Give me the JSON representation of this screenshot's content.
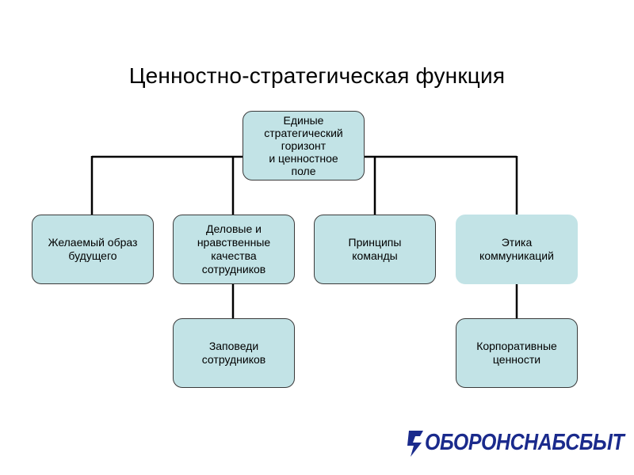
{
  "title": "Ценностно-стратегическая функция",
  "root": "Единые\nстратегический\nгоризонт\nи ценностное\nполе",
  "level1": [
    "Желаемый образ\nбудущего",
    "Деловые и\nнравственные\nкачества\nсотрудников",
    "Принципы\nкоманды",
    "Этика\nкоммуникаций"
  ],
  "level2": [
    "Заповеди\nсотрудников",
    "Корпоративные\nценности"
  ],
  "logo": "ОБОРОНСНАБСБЫТ",
  "colors": {
    "box_fill": "#c2e3e6",
    "box_border": "#3a3a3a",
    "line": "#000000",
    "logo": "#1a2a8c"
  }
}
